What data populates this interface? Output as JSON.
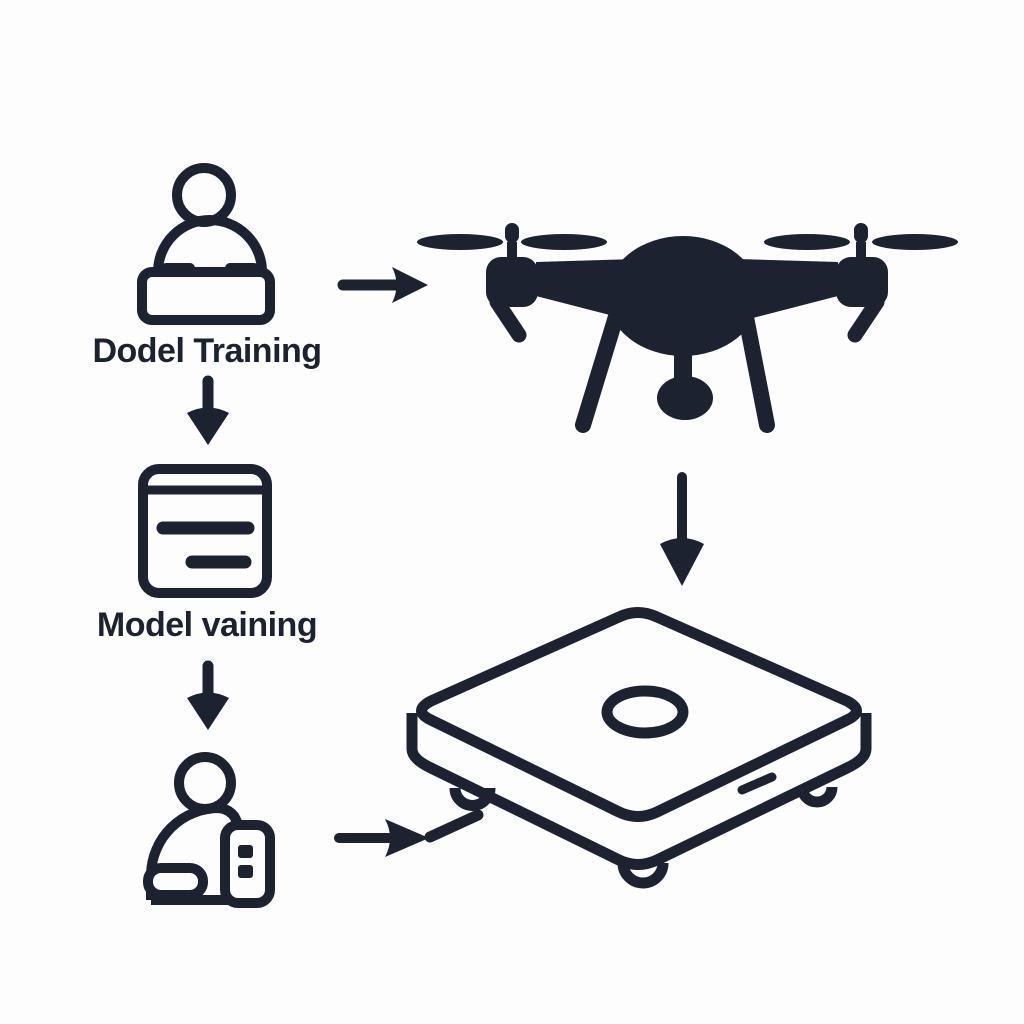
{
  "diagram": {
    "title": "drone training flow diagram",
    "background_color": "#fdfdfe",
    "ink_color": "#1d2231",
    "labels": {
      "training": "Dodel Training",
      "vaining": "Model vaining"
    },
    "nodes": [
      {
        "icon": "trainer-at-desk-icon",
        "label": "Dodel Training"
      },
      {
        "icon": "document-icon",
        "label": "Model vaining"
      },
      {
        "icon": "operator-remote-icon",
        "label": ""
      },
      {
        "icon": "drone-icon",
        "label": ""
      },
      {
        "icon": "landing-pad-icon",
        "label": ""
      }
    ],
    "arrows": [
      {
        "name": "arrow-right-trainer-to-drone",
        "direction": "right"
      },
      {
        "name": "arrow-down-training-to-document",
        "direction": "down"
      },
      {
        "name": "arrow-down-document-to-operator",
        "direction": "down"
      },
      {
        "name": "arrow-down-drone-to-pad",
        "direction": "down"
      },
      {
        "name": "arrow-right-operator-to-pad",
        "direction": "right"
      }
    ]
  }
}
